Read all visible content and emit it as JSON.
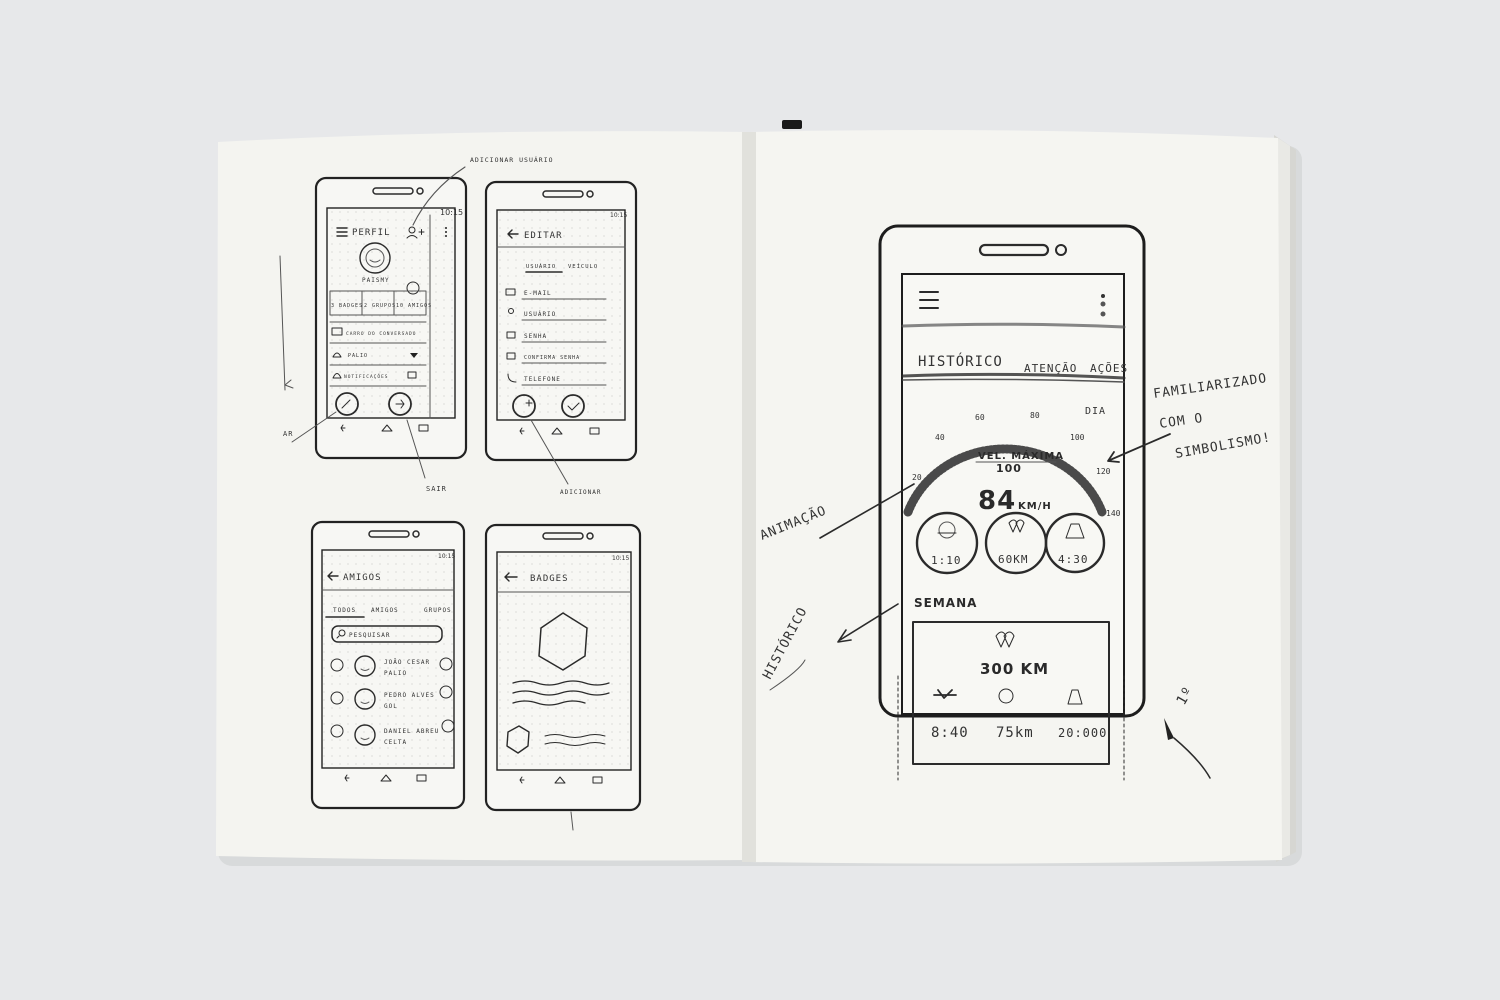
{
  "annotations": {
    "adicionar_usuario": "ADICIONAR USUÁRIO",
    "sair": "SAIR",
    "adicionar_bottom": "ADICIONAR",
    "ar": "AR",
    "familiarizado_1": "FAMILIARIZADO",
    "familiarizado_2": "COM O",
    "familiarizado_3": "SIMBOLISMO!",
    "animacao": "ANIMAÇÃO",
    "historico_side": "HISTÓRICO",
    "first": "1º"
  },
  "phone_time": "10:15",
  "screen_profile": {
    "title": "PERFIL",
    "name": "PAISMY",
    "stats": [
      "3 BADGES",
      "2 GRUPOS",
      "10 AMIGOS"
    ],
    "rows": [
      "CARRO DO CONVERSADO",
      "PALIO",
      "NOTIFICAÇÕES"
    ]
  },
  "screen_edit": {
    "title": "EDITAR",
    "tabs": [
      "USUÁRIO",
      "VEÍCULO"
    ],
    "fields": [
      "E-MAIL",
      "USUÁRIO",
      "SENHA",
      "CONFIRMA SENHA",
      "TELEFONE"
    ]
  },
  "screen_friends": {
    "title": "AMIGOS",
    "tabs": [
      "TODOS",
      "AMIGOS",
      "GRUPOS"
    ],
    "search_placeholder": "PESQUISAR",
    "friends": [
      {
        "name": "JOÃO CESAR",
        "car": "PALIO"
      },
      {
        "name": "PEDRO ALVES",
        "car": "GOL"
      },
      {
        "name": "DANIEL ABREU",
        "car": "CELTA"
      }
    ]
  },
  "screen_badges": {
    "title": "BADGES"
  },
  "screen_main": {
    "tabs": [
      "HISTÓRICO",
      "ATENÇÃO",
      "AÇÕES"
    ],
    "period": "DIA",
    "gauge_ticks": [
      "20",
      "40",
      "60",
      "80",
      "100",
      "120",
      "140"
    ],
    "max_label": "VEL. MÁXIMA",
    "max_value": "100",
    "speed": "84",
    "speed_unit": "KM/H",
    "circles": [
      "1:10",
      "60KM",
      "4:30"
    ],
    "week_label": "SEMANA",
    "week_distance": "300 KM",
    "week_stats": [
      "8:40",
      "75km",
      "20:000"
    ]
  }
}
